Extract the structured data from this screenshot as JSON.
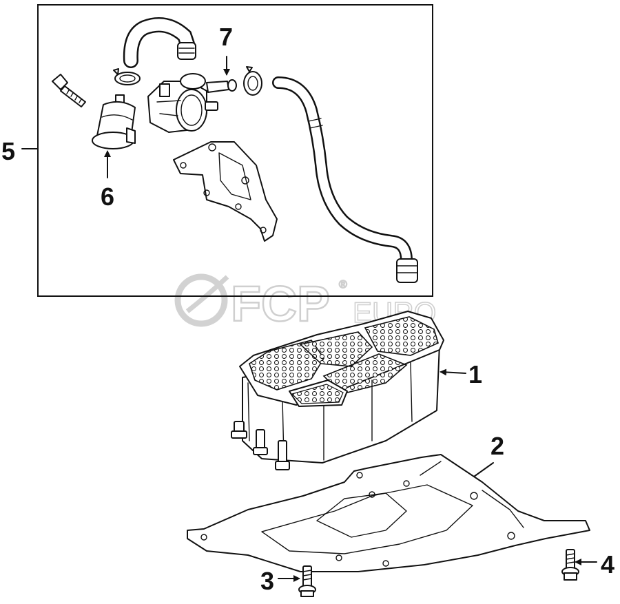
{
  "watermark": {
    "brand": "FCP",
    "suffix": "EURO",
    "mark": "®"
  },
  "callouts": [
    {
      "id": "1",
      "label": "1"
    },
    {
      "id": "2",
      "label": "2"
    },
    {
      "id": "3",
      "label": "3"
    },
    {
      "id": "4",
      "label": "4"
    },
    {
      "id": "5",
      "label": "5"
    },
    {
      "id": "6",
      "label": "6"
    },
    {
      "id": "7",
      "label": "7"
    }
  ]
}
